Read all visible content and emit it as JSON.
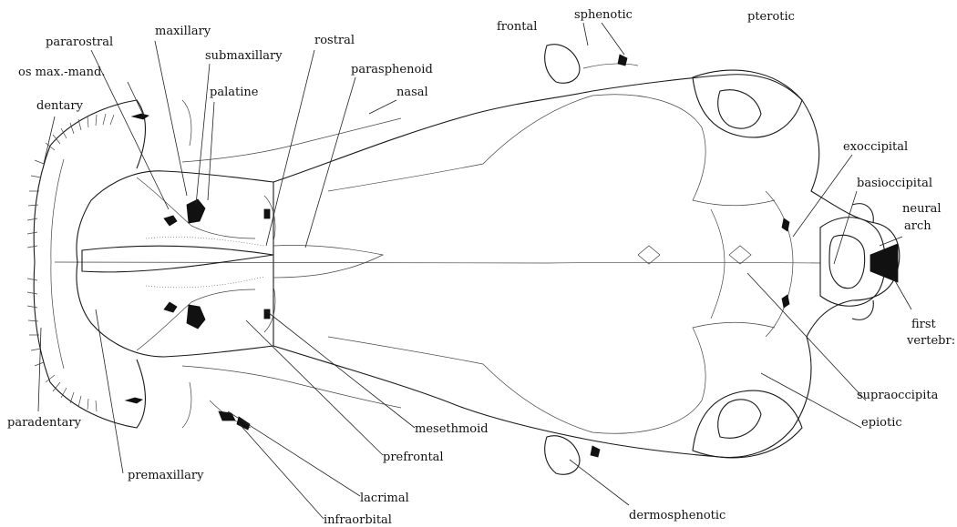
{
  "labels": {
    "pararostral": "pararostral",
    "maxillary": "maxillary",
    "os_max_mand": "os max.-mand.",
    "submaxillary": "submaxillary",
    "dentary": "dentary",
    "palatine": "palatine",
    "rostral": "rostral",
    "parasphenoid": "parasphenoid",
    "nasal": "nasal",
    "frontal": "frontal",
    "sphenotic": "sphenotic",
    "pterotic": "pterotic",
    "exoccipital": "exoccipital",
    "basioccipital": "basioccipital",
    "neural_arch_1": "neural",
    "neural_arch_2": "arch",
    "first_vertebra_1": "first",
    "first_vertebra_2": "vertebr:",
    "supraoccipital": "supraoccipita",
    "epiotic": "epiotic",
    "paradentary": "paradentary",
    "mesethmoid": "mesethmoid",
    "prefrontal": "prefrontal",
    "premaxillary": "premaxillary",
    "lacrimal": "lacrimal",
    "infraorbital": "infraorbital",
    "dermosphenotic": "dermosphenotic"
  }
}
